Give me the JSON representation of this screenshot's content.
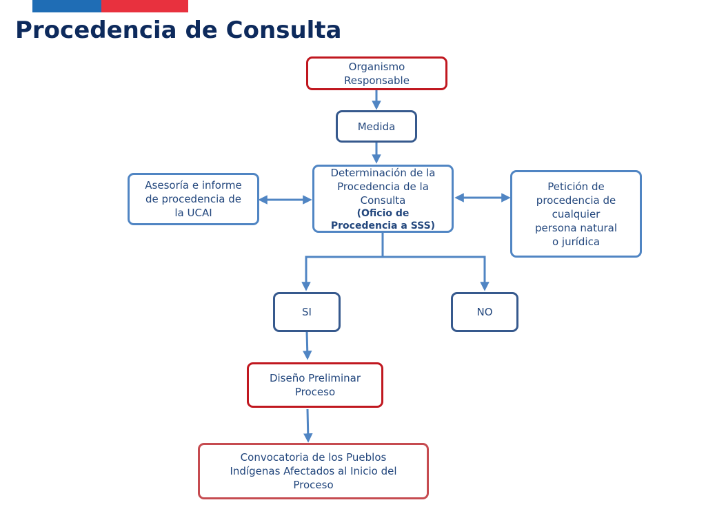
{
  "slide": {
    "title": "Procedencia de Consulta",
    "colors": {
      "flag_blue": "#1f6db5",
      "flag_red": "#e8313e",
      "title": "#0d2a5c",
      "text": "#23477d",
      "accent_red": "#c0171f",
      "connector": "#5085c3"
    }
  },
  "nodes": {
    "organismo": [
      "Organismo",
      "Responsable"
    ],
    "medida": [
      "Medida"
    ],
    "determinacion": [
      "Determinación de la",
      "Procedencia de la",
      "Consulta"
    ],
    "determinacion_bold": [
      "(Oficio de",
      "Procedencia a SSS)"
    ],
    "asesoria": [
      "Asesoría e informe",
      "de procedencia de",
      "la UCAI"
    ],
    "peticion": [
      "Petición de",
      "procedencia de",
      "cualquier",
      "persona natural",
      "o jurídica"
    ],
    "si": [
      "SI"
    ],
    "no": [
      "NO"
    ],
    "diseno": [
      "Diseño Preliminar",
      "Proceso"
    ],
    "convocatoria": [
      "Convocatoria de los Pueblos",
      "Indígenas Afectados al Inicio del",
      "Proceso"
    ]
  }
}
